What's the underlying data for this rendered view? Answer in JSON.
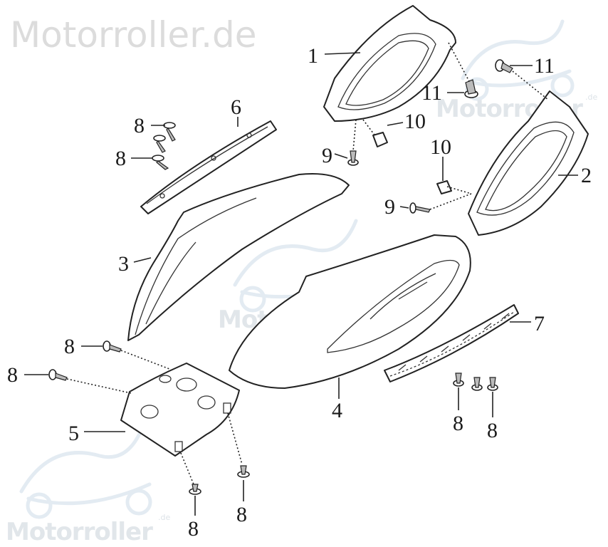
{
  "watermark": {
    "top_left": "Motorroller.de",
    "repeated": "Motorroller",
    "suffix": ".de"
  },
  "callouts": [
    {
      "id": "label-1",
      "text": "1"
    },
    {
      "id": "label-2",
      "text": "2"
    },
    {
      "id": "label-3",
      "text": "3"
    },
    {
      "id": "label-4",
      "text": "4"
    },
    {
      "id": "label-5",
      "text": "5"
    },
    {
      "id": "label-6",
      "text": "6"
    },
    {
      "id": "label-7",
      "text": "7"
    },
    {
      "id": "label-8",
      "text": "8"
    },
    {
      "id": "label-9",
      "text": "9"
    },
    {
      "id": "label-10",
      "text": "10"
    },
    {
      "id": "label-11",
      "text": "11"
    }
  ]
}
